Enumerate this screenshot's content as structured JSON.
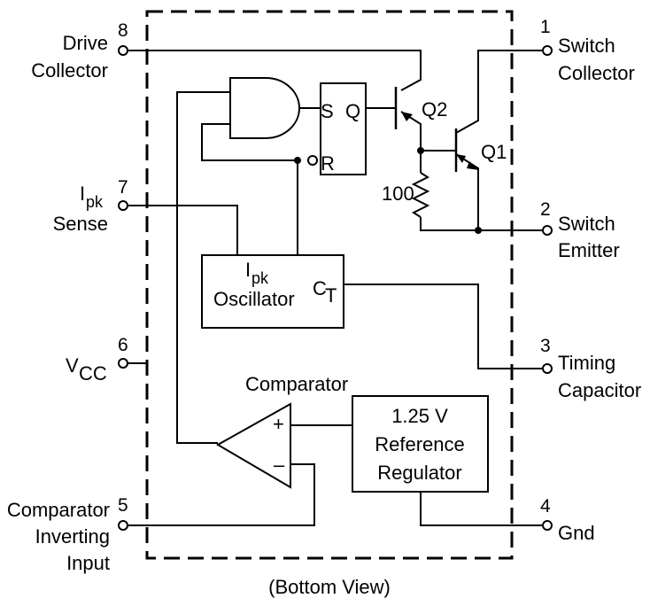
{
  "pins": {
    "p1": {
      "num": "1",
      "line1": "Switch",
      "line2": "Collector"
    },
    "p2": {
      "num": "2",
      "line1": "Switch",
      "line2": "Emitter"
    },
    "p3": {
      "num": "3",
      "line1": "Timing",
      "line2": "Capacitor"
    },
    "p4": {
      "num": "4",
      "line1": "Gnd"
    },
    "p5": {
      "num": "5",
      "line1": "Comparator",
      "line2": "Inverting",
      "line3": "Input"
    },
    "p6": {
      "num": "6",
      "main": "V",
      "sub": "CC"
    },
    "p7": {
      "num": "7",
      "main": "I",
      "sub": "pk",
      "line2": "Sense"
    },
    "p8": {
      "num": "8",
      "line1": "Drive",
      "line2": "Collector"
    }
  },
  "latch": {
    "s": "S",
    "q": "Q",
    "r": "R"
  },
  "transistors": {
    "q1": "Q1",
    "q2": "Q2"
  },
  "resistor": {
    "value": "100"
  },
  "oscillator": {
    "main": "I",
    "sub": "pk",
    "line2": "Oscillator",
    "ct_main": "C",
    "ct_sub": "T"
  },
  "comparator": {
    "title": "Comparator",
    "plus": "+",
    "minus": "–"
  },
  "reference": {
    "line1": "1.25 V",
    "line2": "Reference",
    "line3": "Regulator"
  },
  "caption": "(Bottom View)"
}
